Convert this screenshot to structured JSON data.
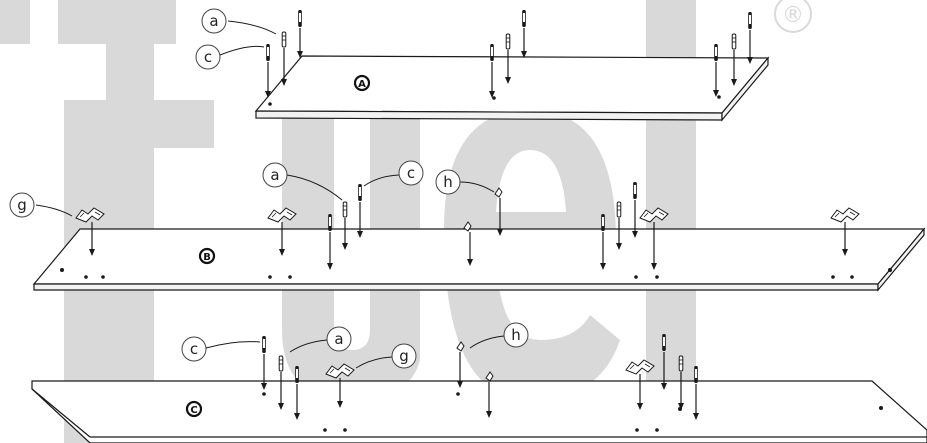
{
  "colors": {
    "watermark": "#d9d9d9",
    "line": "#1a1a1a",
    "background": "#ffffff"
  },
  "watermark": {
    "registered_mark": "®"
  },
  "parts": {
    "a": "a",
    "c": "c",
    "g": "g",
    "h": "h"
  },
  "panels": {
    "A": "A",
    "B": "B",
    "C": "C"
  }
}
